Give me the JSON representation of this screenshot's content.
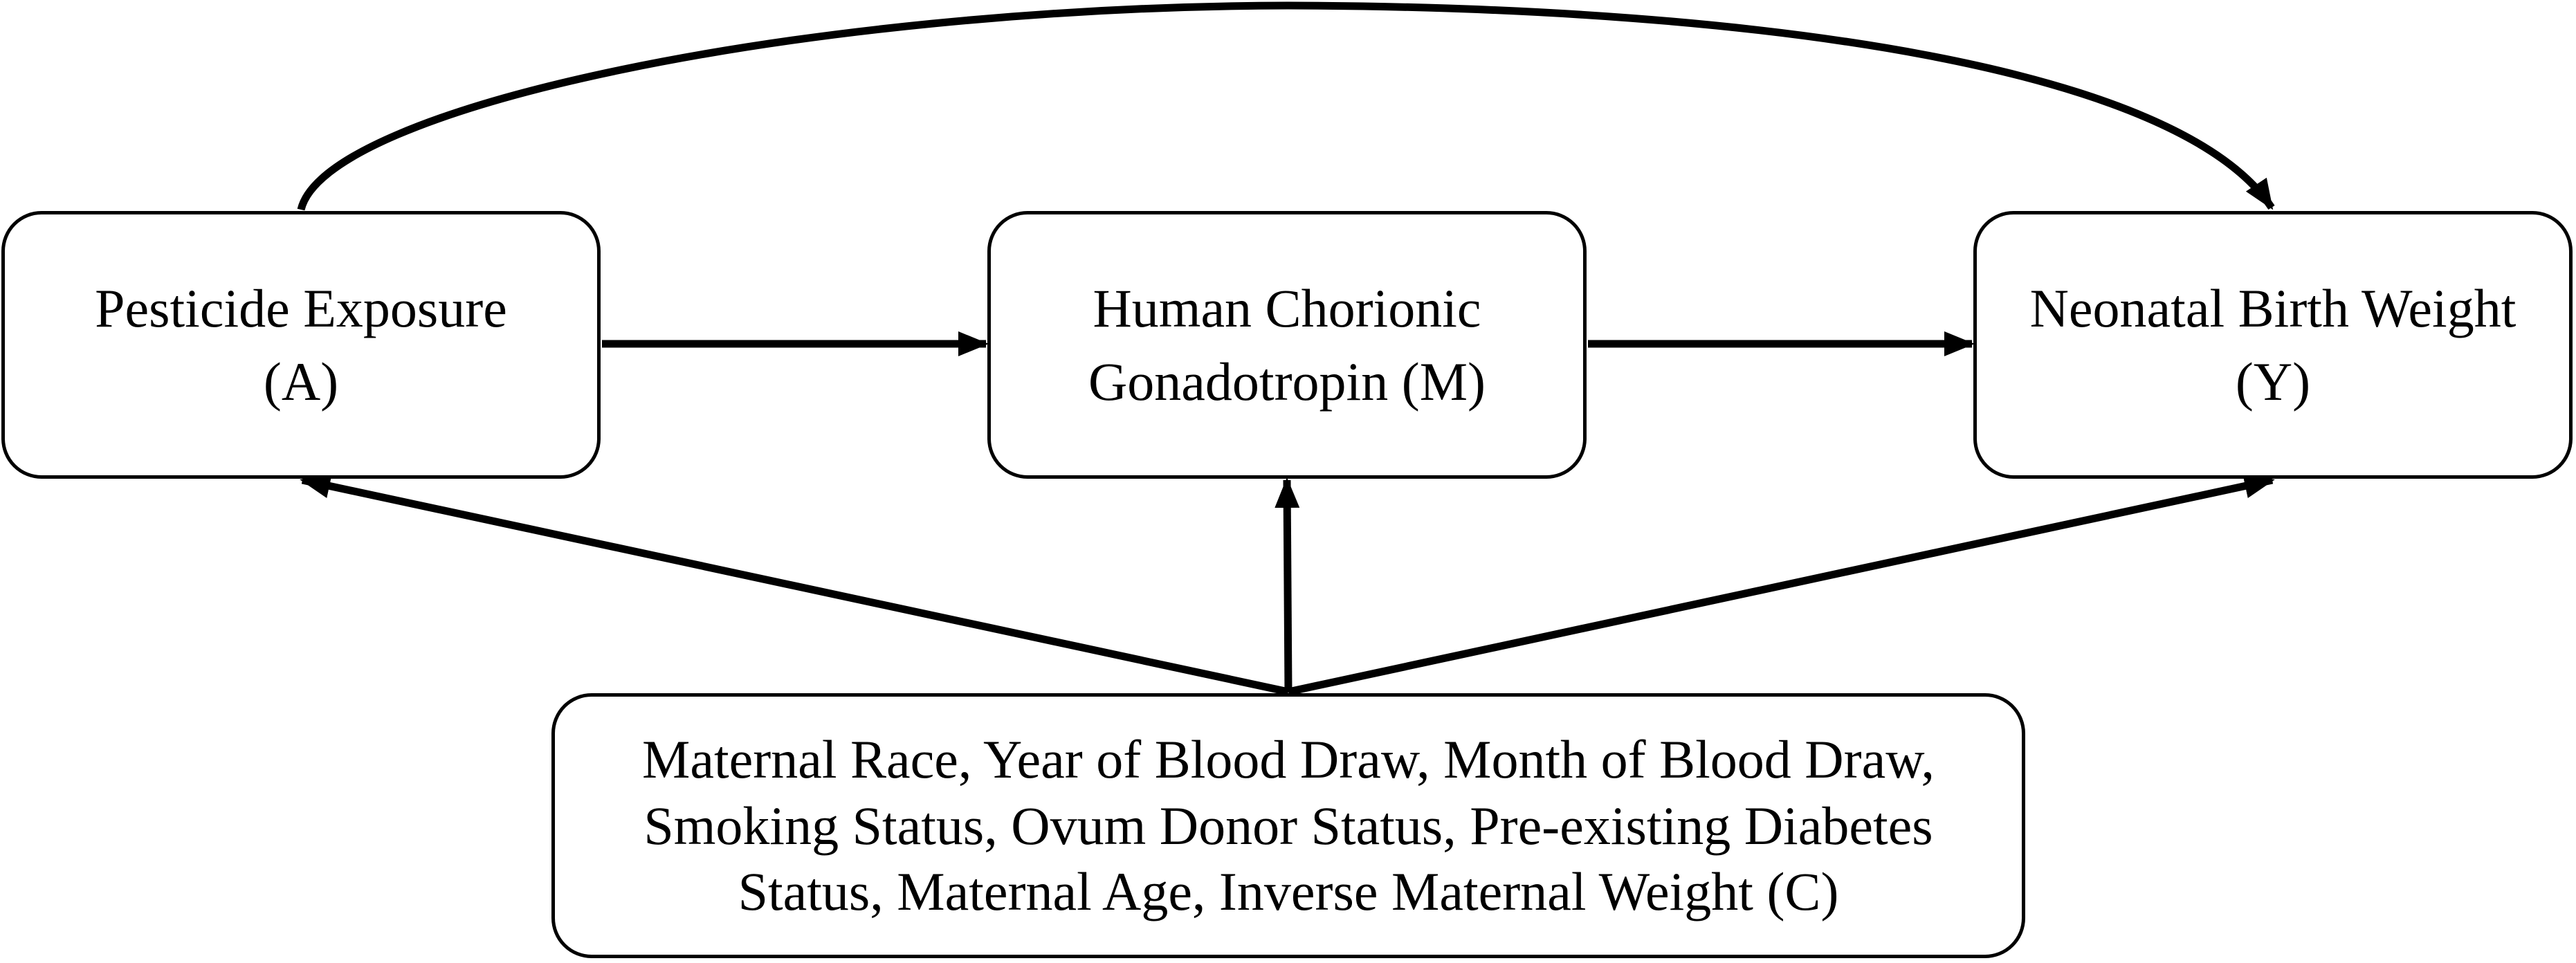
{
  "nodes": {
    "exposure": {
      "line1": "Pesticide Exposure",
      "line2": "(A)"
    },
    "mediator": {
      "line1": "Human Chorionic",
      "line2": "Gonadotropin (M)"
    },
    "outcome": {
      "line1": "Neonatal Birth Weight",
      "line2": "(Y)"
    },
    "confounders": {
      "line1": "Maternal Race, Year of Blood Draw, Month of Blood Draw,",
      "line2": "Smoking Status, Ovum Donor Status, Pre-existing Diabetes",
      "line3": "Status, Maternal Age, Inverse Maternal Weight (C)"
    }
  },
  "edges": [
    {
      "from": "exposure",
      "to": "mediator"
    },
    {
      "from": "mediator",
      "to": "outcome"
    },
    {
      "from": "exposure",
      "to": "outcome"
    },
    {
      "from": "confounders",
      "to": "exposure"
    },
    {
      "from": "confounders",
      "to": "mediator"
    },
    {
      "from": "confounders",
      "to": "outcome"
    }
  ],
  "colors": {
    "stroke": "#000000",
    "fill": "#ffffff"
  }
}
